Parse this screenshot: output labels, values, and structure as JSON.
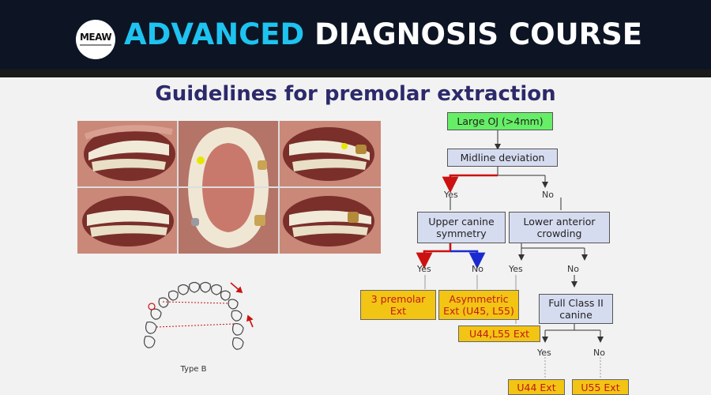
{
  "banner": {
    "logo_text": "MEAW",
    "course_accent": "ADVANCED",
    "course_rest": "DIAGNOSIS COURSE"
  },
  "slide": {
    "title": "Guidelines for premolar extraction",
    "arch_caption": "Type B"
  },
  "flowchart": {
    "nodes": {
      "large_oj": "Large OJ (>4mm)",
      "midline": "Midline deviation",
      "upper_canine_1": "Upper canine",
      "upper_canine_2": "symmetry",
      "lower_anterior_1": "Lower anterior",
      "lower_anterior_2": "crowding",
      "three_premolar_1": "3 premolar",
      "three_premolar_2": "Ext",
      "asymmetric_1": "Asymmetric",
      "asymmetric_2": "Ext (U45, L55)",
      "full_class_1": "Full Class II",
      "full_class_2": "canine",
      "u44_l55": "U44,L55 Ext",
      "u44": "U44 Ext",
      "u55": "U55 Ext"
    },
    "labels": {
      "yes_1": "Yes",
      "no_1": "No",
      "yes_2": "Yes",
      "no_2": "No",
      "yes_3": "Yes",
      "no_3": "No",
      "yes_4": "Yes",
      "no_4": "No"
    }
  },
  "colors": {
    "banner_bg": "#0d1524",
    "accent": "#1ec3f0",
    "title": "#2c2a6b",
    "node_green": "#66ee66",
    "node_blue": "#d6dcf0",
    "node_yellow": "#f2c414",
    "arrow_red": "#cc1111",
    "arrow_blue": "#1a2ad0"
  }
}
